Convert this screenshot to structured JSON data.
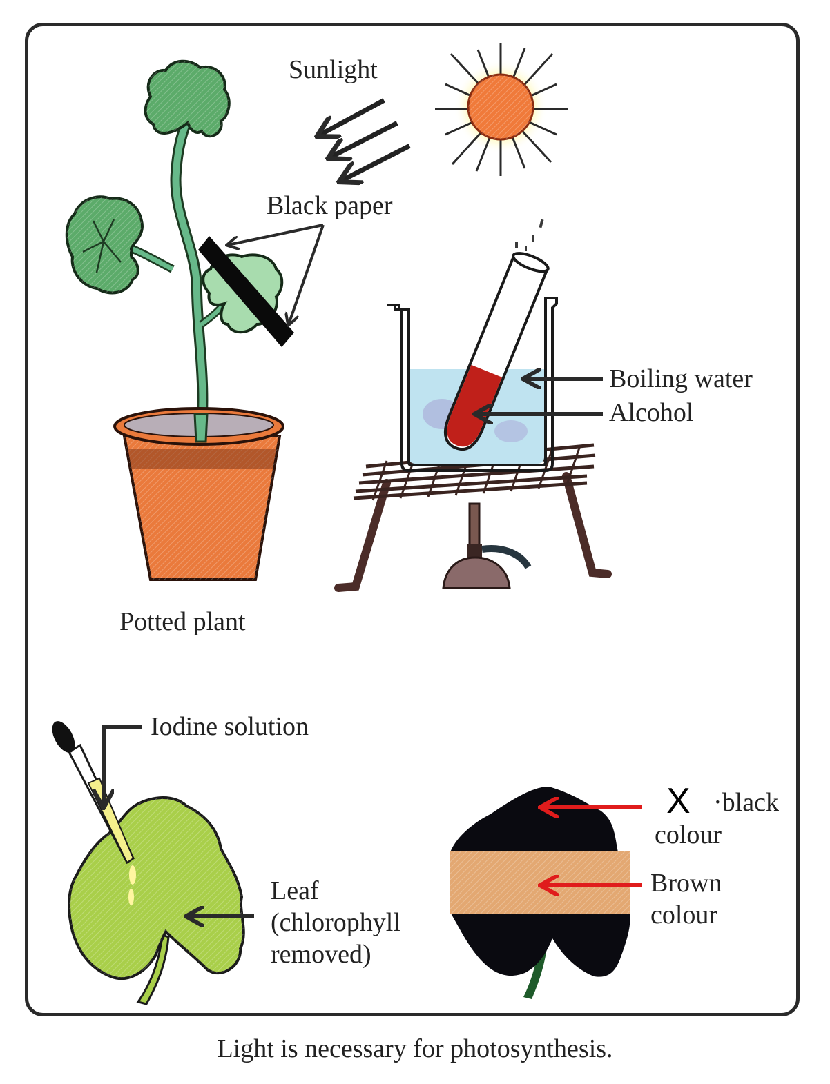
{
  "figure": {
    "caption": "Light is necessary for photosynthesis.",
    "panels": {
      "plant": {
        "labels": {
          "sunlight": "Sunlight",
          "black_paper": "Black paper",
          "potted_plant": "Potted plant"
        }
      },
      "boiling": {
        "labels": {
          "boiling_water": "Boiling water",
          "alcohol": "Alcohol"
        }
      },
      "iodine_test": {
        "labels": {
          "iodine_solution": "Iodine solution",
          "leaf_line1": "Leaf",
          "leaf_line2": "(chlorophyll",
          "leaf_line3": "removed)"
        }
      },
      "result": {
        "labels": {
          "x_mark": "X",
          "black_line1": "·black",
          "black_line2": "colour",
          "brown_line1": "Brown",
          "brown_line2": "colour"
        }
      }
    },
    "colors": {
      "frame": "#2a2a2a",
      "leaf_green": "#5cab6a",
      "pot_orange": "#e8753a",
      "alcohol_red": "#c0201a",
      "water_blue": "#bfe3f0",
      "sun_orange": "#f07a3a",
      "pale_leaf": "#a9cf4a",
      "stained_leaf": "#0a0a10",
      "brown_band": "#e3a872",
      "red_arrow": "#e01c1c",
      "stand_brown": "#6b4a44"
    }
  }
}
